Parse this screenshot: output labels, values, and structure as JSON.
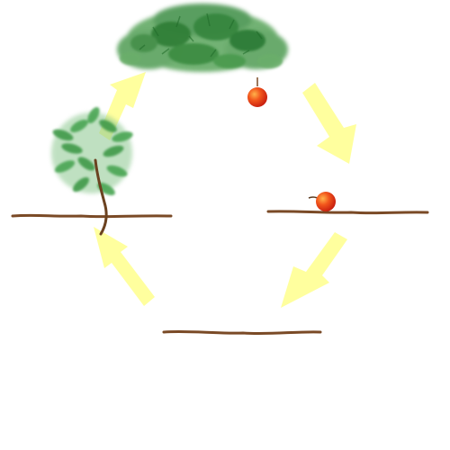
{
  "diagram": {
    "type": "cycle",
    "stages": [
      {
        "id": "tree-with-fruit",
        "description_icon": "tree-canopy-icon"
      },
      {
        "id": "fallen-fruit-on-ground",
        "description_icon": "apple-icon"
      },
      {
        "id": "bare-ground",
        "description_icon": "ground-line"
      },
      {
        "id": "sapling",
        "description_icon": "sapling-icon"
      }
    ],
    "arrow_direction": "clockwise",
    "colors": {
      "arrow": "#ffff99",
      "ground": "#7a4a26",
      "foliage": "#3f9a48",
      "fruit": "#e83515",
      "background": "#ffffff"
    }
  }
}
